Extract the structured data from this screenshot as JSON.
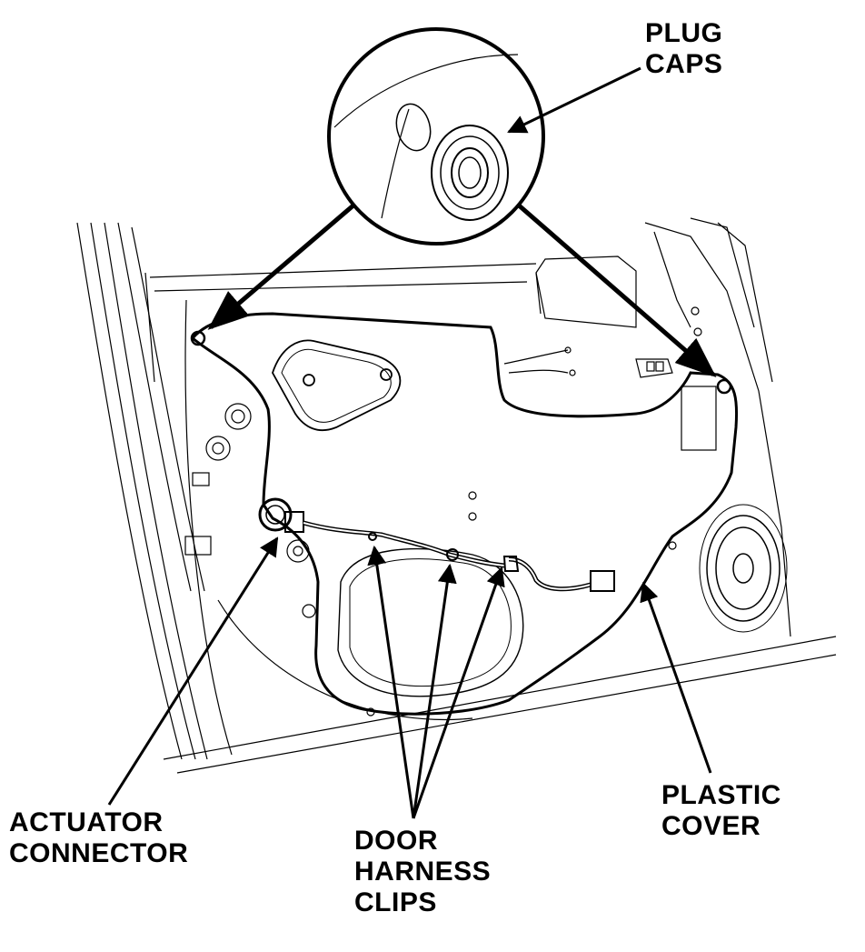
{
  "labels": {
    "plug_caps": [
      "PLUG",
      "CAPS"
    ],
    "actuator_connector": [
      "ACTUATOR",
      "CONNECTOR"
    ],
    "door_harness_clips": [
      "DOOR",
      "HARNESS",
      "CLIPS"
    ],
    "plastic_cover": [
      "PLASTIC",
      "COVER"
    ]
  },
  "colors": {
    "ink": "#000000",
    "paper": "#ffffff"
  }
}
